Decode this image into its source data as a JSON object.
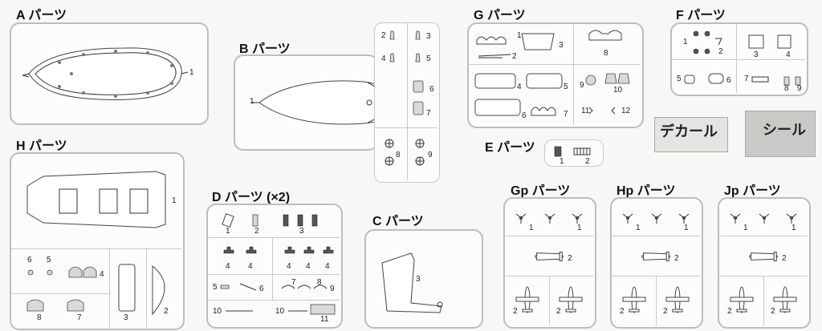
{
  "titles": {
    "a": "A パーツ",
    "b": "B パーツ",
    "g": "G パーツ",
    "f": "F パーツ",
    "h": "H パーツ",
    "d": "D パーツ (×2)",
    "c": "C パーツ",
    "e": "E パーツ",
    "gp": "Gp パーツ",
    "hp": "Hp パーツ",
    "jp": "Jp パーツ"
  },
  "labels": {
    "decal": "デカール",
    "sticker": "シール"
  },
  "numbers": {
    "a": [
      "1"
    ],
    "b": [
      "1"
    ],
    "b_small": [
      "2",
      "3",
      "4",
      "5",
      "6",
      "7",
      "8",
      "9"
    ],
    "g": [
      "1",
      "2",
      "3",
      "4",
      "5",
      "6",
      "7",
      "8",
      "9",
      "10",
      "11",
      "12"
    ],
    "f": [
      "1",
      "2",
      "3",
      "4",
      "5",
      "6",
      "7",
      "8",
      "9"
    ],
    "h": [
      "1",
      "6",
      "5",
      "4",
      "3",
      "2",
      "8",
      "7"
    ],
    "d": [
      "1",
      "2",
      "3",
      "4",
      "4",
      "4",
      "4",
      "4",
      "5",
      "6",
      "7",
      "8",
      "9",
      "10",
      "10",
      "11"
    ],
    "c": [
      "3"
    ],
    "e": [
      "1",
      "2"
    ],
    "plane": [
      "1",
      "1",
      "2",
      "2",
      "2"
    ]
  },
  "colors": {
    "frame": "#bdbdbd",
    "line": "#333333",
    "decal_bg": "#e4e4e0",
    "sticker_bg": "#c9c9c6"
  }
}
